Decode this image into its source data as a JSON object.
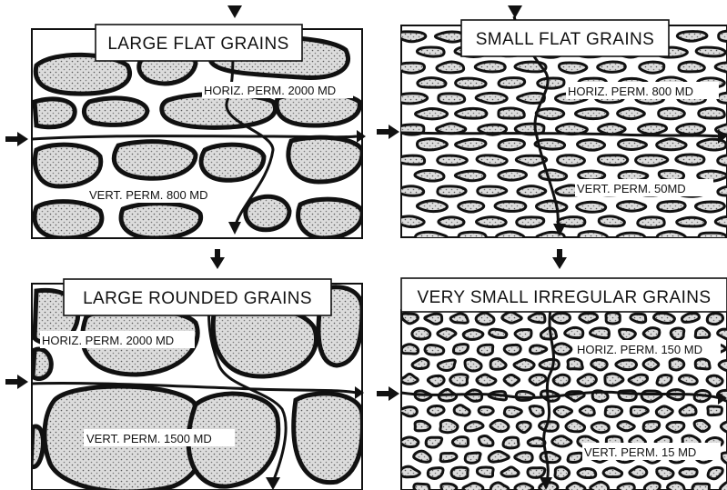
{
  "panels": [
    {
      "title": "LARGE FLAT GRAINS",
      "horizontal_perm": "HORIZ. PERM. 2000 MD",
      "vertical_perm": "VERT. PERM. 800 MD"
    },
    {
      "title": "SMALL FLAT GRAINS",
      "horizontal_perm": "HORIZ. PERM. 800 MD",
      "vertical_perm": "VERT. PERM. 50MD"
    },
    {
      "title": "LARGE ROUNDED GRAINS",
      "horizontal_perm": "HORIZ. PERM. 2000 MD",
      "vertical_perm": "VERT. PERM. 1500 MD"
    },
    {
      "title": "VERY SMALL IRREGULAR GRAINS",
      "horizontal_perm": "HORIZ. PERM. 150 MD",
      "vertical_perm": "VERT. PERM. 15 MD"
    }
  ]
}
